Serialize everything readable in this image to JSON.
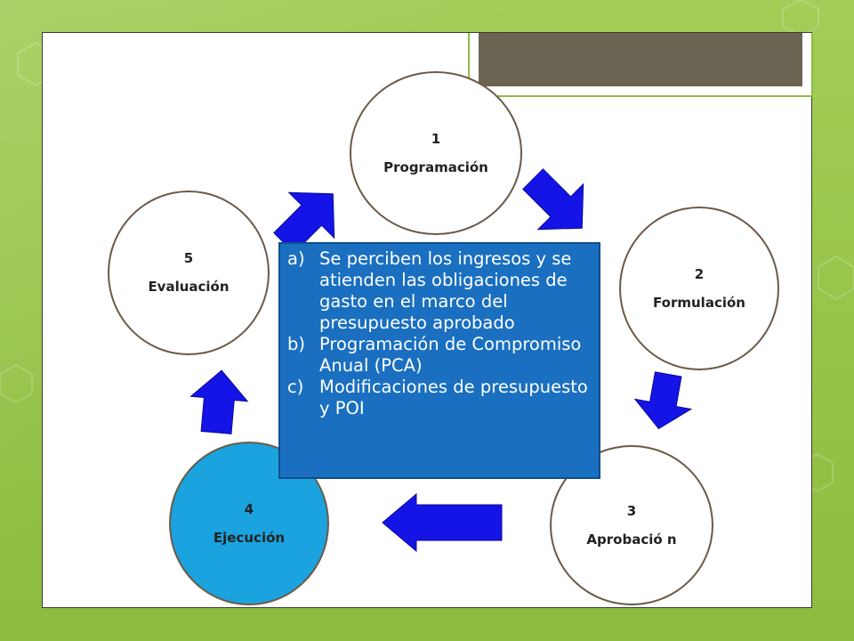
{
  "cycle": {
    "stages": [
      {
        "number": "1",
        "label": "Programación"
      },
      {
        "number": "2",
        "label": "Formulación"
      },
      {
        "number": "3",
        "label": "Aprobació n"
      },
      {
        "number": "4",
        "label": "Ejecución"
      },
      {
        "number": "5",
        "label": "Evaluación"
      }
    ],
    "highlighted_stage": "4"
  },
  "info_box": {
    "items": [
      {
        "marker": "a)",
        "text": "Se perciben los ingresos y se atienden las obligaciones de gasto en el marco del presupuesto aprobado"
      },
      {
        "marker": "b)",
        "text": "Programación de Compromiso Anual (PCA)"
      },
      {
        "marker": "c)",
        "text": "Modificaciones de presupuesto y POI"
      }
    ]
  },
  "colors": {
    "background": "#96c34a",
    "arrow": "#1414e6",
    "highlight_circle": "#1aa3de",
    "info_box": "#1a6fc0",
    "title_tab": "#6b6452"
  }
}
